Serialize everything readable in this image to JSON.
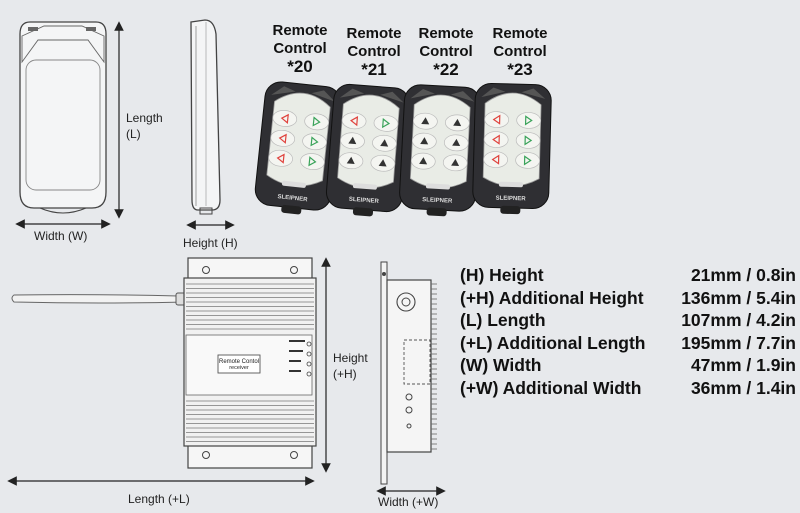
{
  "dimensions_top": {
    "length_label": "Length (L)",
    "length_line1": "Length",
    "length_line2": "(L)",
    "width_label": "Width (W)",
    "height_label": "Height (H)"
  },
  "dimensions_bottom": {
    "height_line1": "Height",
    "height_line2": "(+H)",
    "length_label": "Length (+L)",
    "width_label": "Width (+W)"
  },
  "receiver_label": "Remote Contol receiver",
  "receiver_label_line1": "Remote Contol",
  "receiver_label_line2": "receiver",
  "brand": "SLEIPNER",
  "remotes": [
    {
      "line1": "Remote",
      "line2": "Control",
      "number": "*20"
    },
    {
      "line1": "Remote",
      "line2": "Control",
      "number": "*21"
    },
    {
      "line1": "Remote",
      "line2": "Control",
      "number": "*22"
    },
    {
      "line1": "Remote",
      "line2": "Control",
      "number": "*23"
    }
  ],
  "specs": [
    {
      "label": "(H) Height",
      "value": "21mm / 0.8in"
    },
    {
      "label": "(+H) Additional Height",
      "value": "136mm / 5.4in"
    },
    {
      "label": "(L) Length",
      "value": "107mm / 4.2in"
    },
    {
      "label": "(+L) Additional Length",
      "value": "195mm / 7.7in"
    },
    {
      "label": "(W) Width",
      "value": "47mm / 1.9in"
    },
    {
      "label": "(+W) Additional Width",
      "value": "36mm / 1.4in"
    }
  ],
  "colors": {
    "background": "#e7e9ec",
    "remote_body": "#2f2f33",
    "button_face": "#e9ece6",
    "arrow_red": "#e0433e",
    "arrow_green": "#3aa35a"
  }
}
